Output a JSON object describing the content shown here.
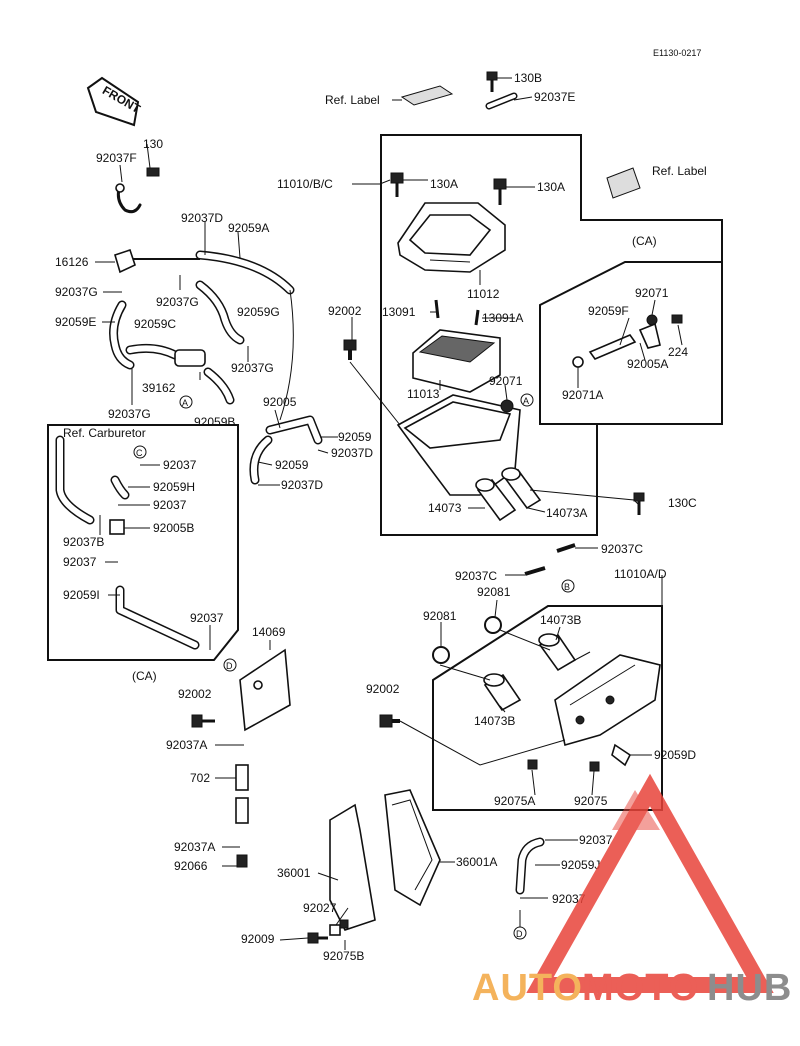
{
  "diagram_code": "E1130-0217",
  "front_arrow": "FRONT",
  "ref_label_1": "Ref. Label",
  "ref_label_2": "Ref. Label",
  "ref_carburetor": "Ref. Carburetor",
  "ca_top": "(CA)",
  "ca_bottom": "(CA)",
  "markers": {
    "a1": "A",
    "a2": "A",
    "b": "B",
    "c": "C",
    "d1": "D",
    "d2": "D"
  },
  "watermark": {
    "text_auto": "AUTO",
    "text_moto": "MOTO",
    "text_hub": "HUB",
    "colors": {
      "auto": "#f3a640",
      "moto": "#e8443a",
      "hub": "#7a7a7a",
      "triangle": "#e8443a"
    }
  },
  "parts": {
    "p130B": "130B",
    "p92037E": "92037E",
    "p92037F": "92037F",
    "p130": "130",
    "p11010BC": "11010/B/C",
    "p130A_1": "130A",
    "p130A_2": "130A",
    "p92037D_1": "92037D",
    "p92059A": "92059A",
    "p16126": "16126",
    "p92037G_1": "92037G",
    "p92037G_2": "92037G",
    "p92059G": "92059G",
    "p92059E": "92059E",
    "p92059C": "92059C",
    "p92002_1": "92002",
    "p13091": "13091",
    "p13091A": "13091A",
    "p11012": "11012",
    "p92071_1": "92071",
    "p92059F": "92059F",
    "p224": "224",
    "p92005A": "92005A",
    "p92071A": "92071A",
    "p39162": "39162",
    "p92037G_3": "92037G",
    "p92037G_4": "92037G",
    "p92059B": "92059B",
    "p11013": "11013",
    "p92071_2": "92071",
    "p92005": "92005",
    "p92059_1": "92059",
    "p92037D_2": "92037D",
    "p92059_2": "92059",
    "p92037D_3": "92037D",
    "p92037_1": "92037",
    "p92059H": "92059H",
    "p92037_2": "92037",
    "p92037B": "92037B",
    "p92005B": "92005B",
    "p92037_3": "92037",
    "p14073_1": "14073",
    "p14073A": "14073A",
    "p130C": "130C",
    "p92037C_1": "92037C",
    "p92037C_2": "92037C",
    "p11010AD": "11010A/D",
    "p92059I": "92059I",
    "p92037_4": "92037",
    "p92081_1": "92081",
    "p92081_2": "92081",
    "p14073B_1": "14073B",
    "p14069": "14069",
    "p92002_2": "92002",
    "p92002_3": "92002",
    "p14073B_2": "14073B",
    "p92037A_1": "92037A",
    "p92059D": "92059D",
    "p702": "702",
    "p92075A": "92075A",
    "p92075": "92075",
    "p92037A_2": "92037A",
    "p92037_5": "92037",
    "p92066": "92066",
    "p36001": "36001",
    "p36001A": "36001A",
    "p92059J": "92059J",
    "p92027": "92027",
    "p92037_6": "92037",
    "p92009": "92009",
    "p92075B": "92075B"
  }
}
